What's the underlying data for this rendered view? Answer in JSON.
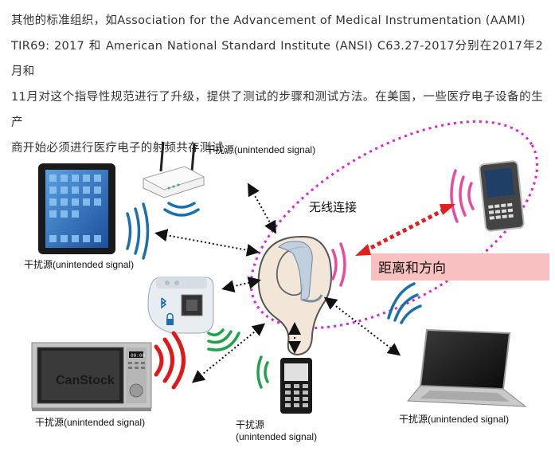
{
  "paragraph": {
    "line1": "其他的标准组织，如Association for the Advancement of Medical Instrumentation (AAMI)",
    "line2": "TIR69: 2017 和 American National Standard Institute (ANSI) C63.27-2017分别在2017年2月和",
    "line3": "11月对这个指导性规范进行了升级，提供了测试的步骤和测试方法。在美国，一些医疗电子设备的生产",
    "line4": "商开始必须进行医疗电子的射频共存测试。"
  },
  "figure": {
    "label_router": "干扰源(unintended signal)",
    "label_tablet": "干扰源(unintended signal)",
    "label_microwave": "干扰源(unintended signal)",
    "label_phone_line1": "干扰源",
    "label_phone_line2": "(unintended signal)",
    "label_laptop": "干扰源(unintended signal)",
    "label_wireless": "无线连接",
    "label_distance": "距离和方向",
    "watermark": "CanStock",
    "microwave_clock": "00:00"
  },
  "colors": {
    "magenta": "#e020d8",
    "arrow_red": "#e02020",
    "wave_blue": "#1a6fb0",
    "wave_green": "#22a04a",
    "wave_red": "#e01818",
    "wave_pink": "#e84aa0",
    "callout_bg": "#f8c0c0"
  }
}
